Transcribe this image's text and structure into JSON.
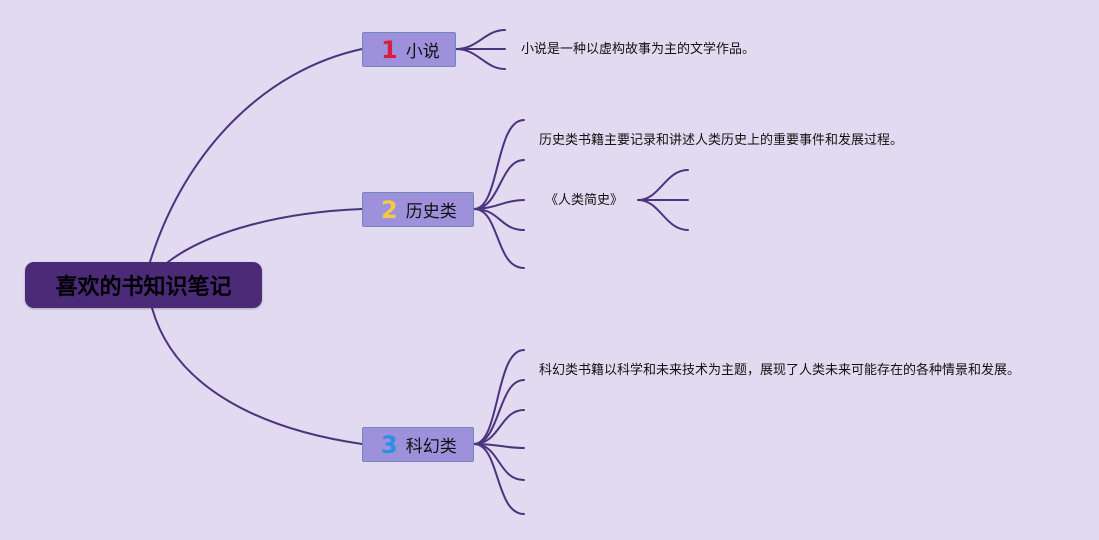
{
  "root": {
    "label": "喜欢的书知识笔记"
  },
  "branches": [
    {
      "number": "1",
      "label": "小说"
    },
    {
      "number": "2",
      "label": "历史类"
    },
    {
      "number": "3",
      "label": "科幻类"
    }
  ],
  "leaves": {
    "novel_desc": "小说是一种以虚构故事为主的文学作品。",
    "history_desc": "历史类书籍主要记录和讲述人类历史上的重要事件和发展过程。",
    "history_book": "《人类简史》",
    "scifi_desc": "科幻类书籍以科学和未来技术为主题，展现了人类未来可能存在的各种情景和发展。"
  },
  "colors": {
    "background": "#e2daf0",
    "connector": "#4a347e",
    "root_fill": "#4b2a78",
    "branch_fill": "#9d91dc",
    "number_1": "#d81e3c",
    "number_2": "#f5c945",
    "number_3": "#2a8fe6"
  }
}
